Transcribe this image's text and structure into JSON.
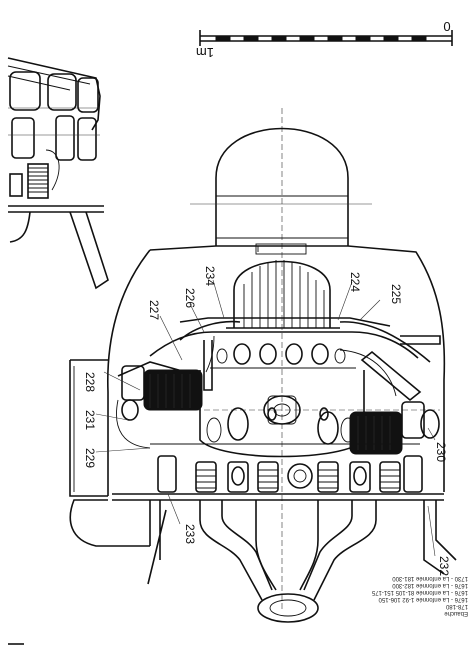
{
  "scale_bar": {
    "label_zero": "0",
    "label_end": "1m"
  },
  "callouts": [
    {
      "id": "c224",
      "text": "224"
    },
    {
      "id": "c225",
      "text": "225"
    },
    {
      "id": "c226",
      "text": "226"
    },
    {
      "id": "c227",
      "text": "227"
    },
    {
      "id": "c228",
      "text": "228"
    },
    {
      "id": "c229",
      "text": "229"
    },
    {
      "id": "c230",
      "text": "230"
    },
    {
      "id": "c231",
      "text": "231"
    },
    {
      "id": "c232",
      "text": "232"
    },
    {
      "id": "c233",
      "text": "233"
    },
    {
      "id": "c234",
      "text": "234"
    }
  ],
  "legend": {
    "lines": [
      "Ebauche",
      "178-180",
      "1676 - La enfonnée 1-92 106-150",
      "1676 - La enfonnée 81-105 151-175",
      "1676 - La enfonnée 182-300",
      "1730 - La enfonnée 181-300"
    ]
  }
}
